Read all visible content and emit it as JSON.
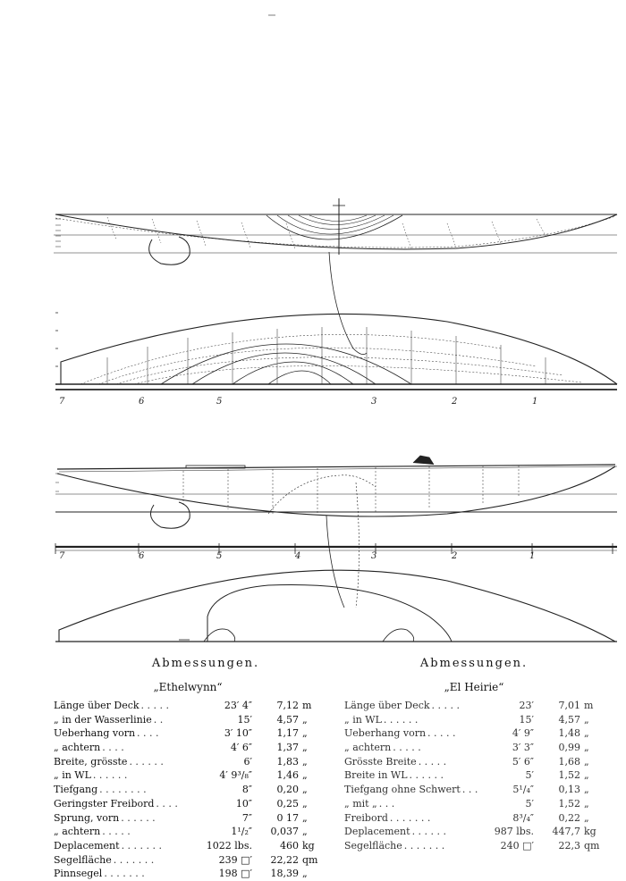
{
  "left": {
    "heading": "Abmessungen.",
    "boat": "„Ethelwynn“",
    "rows": [
      {
        "label": "Länge über Deck",
        "dots": ". . . . .",
        "imperial": "23′ 4″",
        "metric": "7,12",
        "unit": "m"
      },
      {
        "label": "„ in der Wasserlinie",
        "dots": ". .",
        "imperial": "15′",
        "metric": "4,57",
        "unit": "„"
      },
      {
        "label": "Ueberhang vorn",
        "dots": ". . . .",
        "imperial": "3′ 10″",
        "metric": "1,17",
        "unit": "„"
      },
      {
        "label": "„ achtern",
        "dots": ". . . .",
        "imperial": "4′ 6″",
        "metric": "1,37",
        "unit": "„"
      },
      {
        "label": "Breite, grösste",
        "dots": ". . . . . .",
        "imperial": "6′",
        "metric": "1,83",
        "unit": "„"
      },
      {
        "label": "„ in WL",
        "dots": ". . . . . .",
        "imperial": "4′ 9³/₈″",
        "metric": "1,46",
        "unit": "„"
      },
      {
        "label": "Tiefgang",
        "dots": ". . . . . . . .",
        "imperial": "8″",
        "metric": "0,20",
        "unit": "„"
      },
      {
        "label": "Geringster Freibord",
        "dots": ". . . .",
        "imperial": "10″",
        "metric": "0,25",
        "unit": "„"
      },
      {
        "label": "Sprung, vorn",
        "dots": ". . . . . .",
        "imperial": "7″",
        "metric": "0 17",
        "unit": "„"
      },
      {
        "label": "„ achtern",
        "dots": ". . . . .",
        "imperial": "1¹/₂″",
        "metric": "0,037",
        "unit": "„"
      },
      {
        "label": "Deplacement",
        "dots": ". . . . . . .",
        "imperial": "1022 lbs.",
        "metric": "460",
        "unit": "kg"
      },
      {
        "label": "Segelfläche",
        "dots": ". . . . . . .",
        "imperial": "239 □′",
        "metric": "22,22",
        "unit": "qm"
      },
      {
        "label": "Pinnsegel",
        "dots": ". . . . . . .",
        "imperial": "198 □′",
        "metric": "18,39",
        "unit": "„"
      }
    ]
  },
  "right": {
    "heading": "Abmessungen.",
    "boat": "„El Heirie“",
    "rows": [
      {
        "label": "Länge über Deck",
        "dots": ". . . . .",
        "imperial": "23′",
        "metric": "7,01",
        "unit": "m"
      },
      {
        "label": "„ in WL",
        "dots": ". . . . . .",
        "imperial": "15′",
        "metric": "4,57",
        "unit": "„"
      },
      {
        "label": "Ueberhang vorn",
        "dots": ". . . . .",
        "imperial": "4′ 9″",
        "metric": "1,48",
        "unit": "„"
      },
      {
        "label": "„ achtern",
        "dots": ". . . . .",
        "imperial": "3′ 3″",
        "metric": "0,99",
        "unit": "„"
      },
      {
        "label": "Grösste Breite",
        "dots": ". . . . .",
        "imperial": "5′ 6″",
        "metric": "1,68",
        "unit": "„"
      },
      {
        "label": "Breite in WL",
        "dots": ". . . . . .",
        "imperial": "5′",
        "metric": "1,52",
        "unit": "„"
      },
      {
        "label": "Tiefgang ohne Schwert",
        "dots": ". . .",
        "imperial": "5¹/₄″",
        "metric": "0,13",
        "unit": "„"
      },
      {
        "label": "„ mit „",
        "dots": ". . .",
        "imperial": "5′",
        "metric": "1,52",
        "unit": "„"
      },
      {
        "label": "Freibord",
        "dots": ". . . . . . .",
        "imperial": "8³/₄″",
        "metric": "0,22",
        "unit": "„"
      },
      {
        "label": "Deplacement",
        "dots": ". . . . . .",
        "imperial": "987 lbs.",
        "metric": "447,7",
        "unit": "kg"
      },
      {
        "label": "Segelfläche",
        "dots": ". . . . . . .",
        "imperial": "240 □′",
        "metric": "22,3",
        "unit": "qm"
      }
    ]
  },
  "scale_numbers": [
    "7",
    "6",
    "5",
    "4",
    "3",
    "2",
    "1"
  ]
}
